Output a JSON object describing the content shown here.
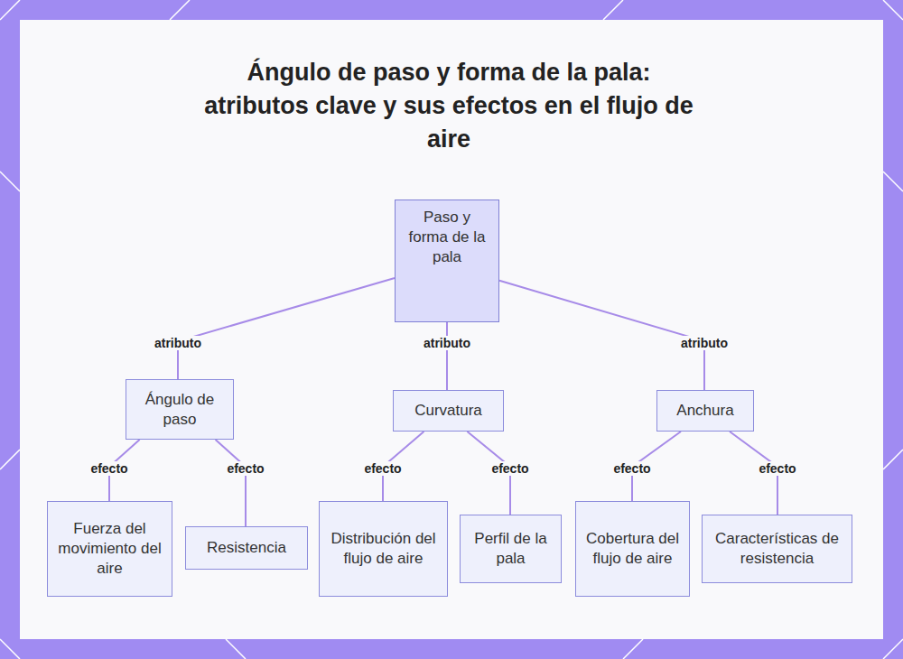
{
  "diagram": {
    "title": "Ángulo de paso y forma de la pala: atributos clave y sus efectos en el flujo de aire",
    "nodes": [
      {
        "text": [
          "Paso y forma de la pala"
        ]
      },
      {
        "text": [
          "Ángulo de paso"
        ]
      },
      {
        "text": [
          "Curvatura"
        ]
      },
      {
        "text": [
          "Anchura"
        ]
      },
      {
        "text": [
          "Fuerza del movimiento del aire"
        ]
      },
      {
        "text": [
          "Resistencia"
        ]
      },
      {
        "text": [
          "Distribución del flujo de aire"
        ]
      },
      {
        "text": [
          "Perfil de la pala"
        ]
      },
      {
        "text": [
          "Cobertura del flujo de aire"
        ]
      },
      {
        "text": [
          "Características de resistencia"
        ]
      }
    ],
    "edges": [
      {
        "from": 0,
        "to": 1,
        "label": "atributo",
        "arrow": "none"
      },
      {
        "from": 0,
        "to": 2,
        "label": "atributo",
        "arrow": "none"
      },
      {
        "from": 0,
        "to": 3,
        "label": "atributo",
        "arrow": "none"
      },
      {
        "from": 1,
        "to": 4,
        "label": "efecto",
        "arrow": "none"
      },
      {
        "from": 1,
        "to": 5,
        "label": "efecto",
        "arrow": "none"
      },
      {
        "from": 2,
        "to": 6,
        "label": "efecto",
        "arrow": "none"
      },
      {
        "from": 2,
        "to": 7,
        "label": "efecto",
        "arrow": "none"
      },
      {
        "from": 3,
        "to": 8,
        "label": "efecto",
        "arrow": "none"
      },
      {
        "from": 3,
        "to": 9,
        "label": "efecto",
        "arrow": "none"
      }
    ]
  }
}
